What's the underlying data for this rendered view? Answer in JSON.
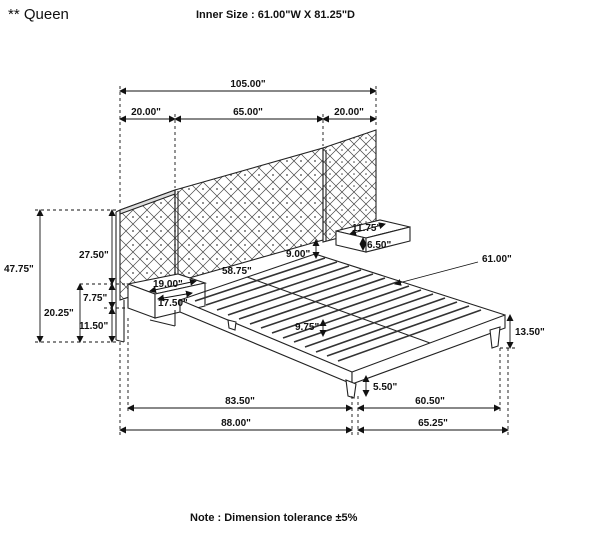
{
  "header": {
    "title": "** Queen",
    "inner_size": "Inner Size : 61.00\"W X 81.25\"D"
  },
  "footer": {
    "note": "Note : Dimension tolerance ±5%"
  },
  "dimensions": {
    "overall_width": "105.00\"",
    "left_panel_width": "20.00\"",
    "center_panel_width": "65.00\"",
    "right_panel_width": "20.00\"",
    "overall_height": "47.75\"",
    "headboard_upper": "27.50\"",
    "side_height": "20.25\"",
    "nightstand_height": "7.75\"",
    "nightstand_base": "11.50\"",
    "nightstand_width": "19.00\"",
    "nightstand_depth": "17.50\"",
    "right_nightstand_width": "11.75\"",
    "right_nightstand_height": "6.50\"",
    "headboard_gap": "9.00\"",
    "inner_rail_length": "58.75\"",
    "inner_width": "61.00\"",
    "rail_height": "9.75\"",
    "frame_height": "13.50\"",
    "leg_height": "5.50\"",
    "bed_length": "83.50\"",
    "total_length": "88.00\"",
    "bed_width": "60.50\"",
    "total_width": "65.25\""
  }
}
